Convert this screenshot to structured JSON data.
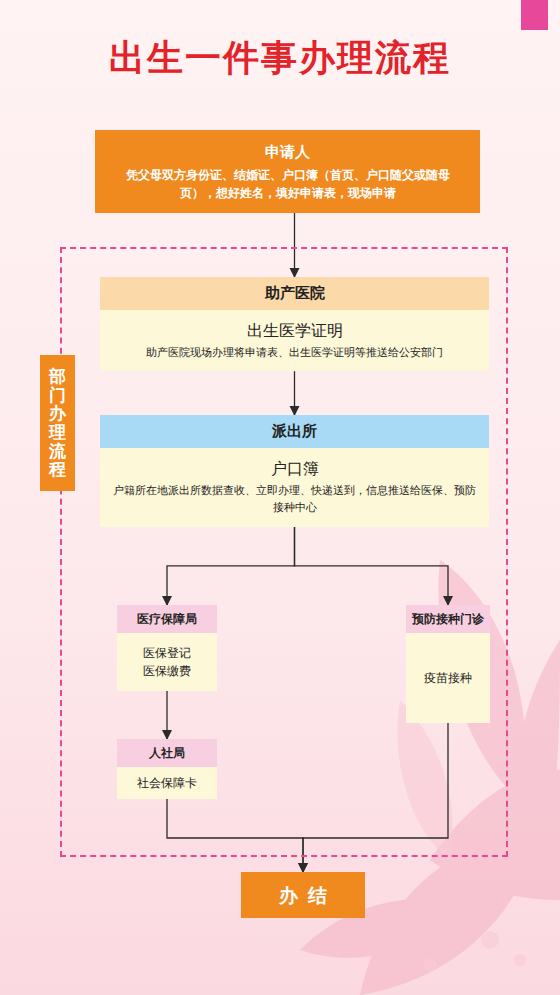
{
  "diagram": {
    "title": "出生一件事办理流程",
    "nodes": [
      {
        "text": [
          "申请人",
          "凭父母双方身份证、结婚证、户口簿（首页、户口随父或随母页），想好姓名，填好申请表，现场申请"
        ]
      },
      {
        "text": [
          "部门办理流程"
        ]
      },
      {
        "text": [
          "助产医院",
          "出生医学证明",
          "助产医院现场办理将申请表、出生医学证明等推送给公安部门"
        ],
        "in": 1
      },
      {
        "text": [
          "派出所",
          "户口簿",
          "户籍所在地派出所数据查收、立即办理、快递送到，信息推送给医保、预防接种中心"
        ],
        "in": 1
      },
      {
        "text": [
          "医疗保障局",
          "医保登记",
          "医保缴费"
        ],
        "in": 1
      },
      {
        "text": [
          "预防接种门诊",
          "疫苗接种"
        ],
        "in": 1
      },
      {
        "text": [
          "人社局",
          "社会保障卡"
        ],
        "in": 1
      },
      {
        "text": [
          "办结"
        ]
      }
    ],
    "edges": [
      {
        "from": 0,
        "to": 2,
        "arrow": "to"
      },
      {
        "from": 2,
        "to": 3,
        "arrow": "to"
      },
      {
        "from": 3,
        "to": 4,
        "arrow": "to"
      },
      {
        "from": 3,
        "to": 5,
        "arrow": "to"
      },
      {
        "from": 4,
        "to": 6,
        "arrow": "to"
      },
      {
        "from": 6,
        "to": 7,
        "arrow": "to"
      },
      {
        "from": 5,
        "to": 7,
        "arrow": "to"
      }
    ]
  }
}
